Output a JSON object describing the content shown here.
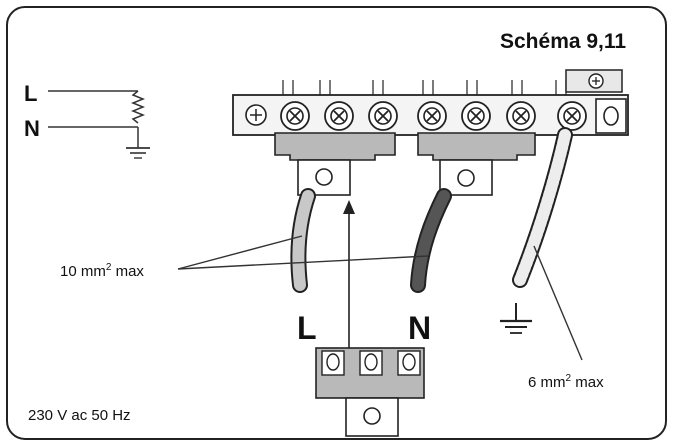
{
  "title": "Schéma 9,11",
  "legend_symbol": {
    "line_label": "L",
    "neutral_label": "N"
  },
  "labels": {
    "wire_size_main": "10 mm",
    "wire_size_main_unit_suffix": "max",
    "wire_size_earth": "6 mm",
    "wire_size_earth_unit_suffix": "max",
    "superscript": "2",
    "phase_L": "L",
    "phase_N": "N",
    "supply": "230 V ac 50 Hz"
  },
  "colors": {
    "frame": "#222222",
    "terminal_fill": "#eeeeee",
    "bridge_fill": "#b9b9b9",
    "wire_L": "#c8c8c8",
    "wire_N": "#555555",
    "wire_earth": "#ededed"
  }
}
